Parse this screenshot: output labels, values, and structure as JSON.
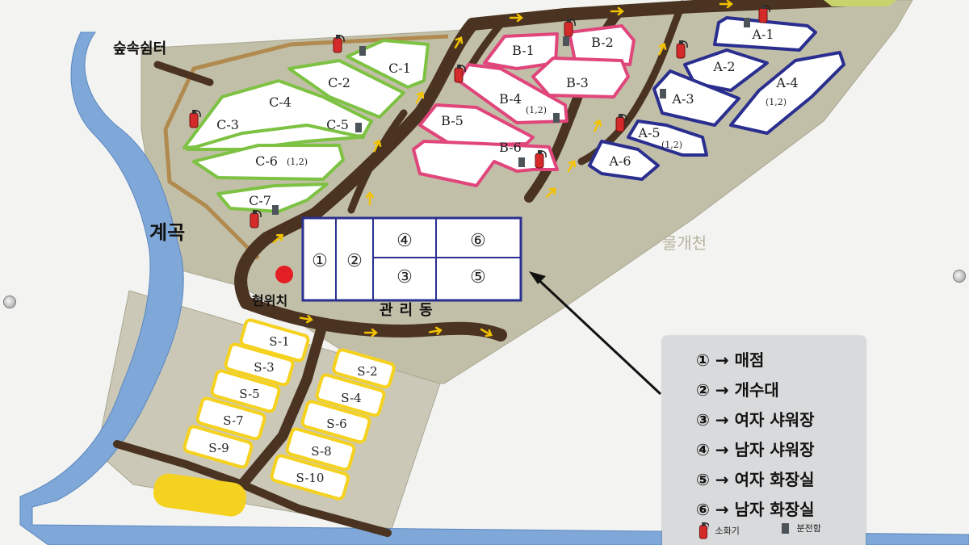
{
  "places": {
    "forest_rest": "숲속쉼터",
    "valley": "계곡",
    "current_location": "현위치",
    "management_building": "관리동",
    "faded_label": "물개천"
  },
  "building_rooms": [
    "①",
    "②",
    "④",
    "③",
    "⑥",
    "⑤"
  ],
  "sites": {
    "C": [
      {
        "name": "C-1",
        "sub": ""
      },
      {
        "name": "C-2",
        "sub": ""
      },
      {
        "name": "C-3",
        "sub": ""
      },
      {
        "name": "C-4",
        "sub": ""
      },
      {
        "name": "C-5",
        "sub": ""
      },
      {
        "name": "C-6",
        "sub": "(1,2)"
      },
      {
        "name": "C-7",
        "sub": ""
      }
    ],
    "B": [
      {
        "name": "B-1",
        "sub": ""
      },
      {
        "name": "B-2",
        "sub": ""
      },
      {
        "name": "B-3",
        "sub": ""
      },
      {
        "name": "B-4",
        "sub": "(1,2)"
      },
      {
        "name": "B-5",
        "sub": ""
      },
      {
        "name": "B-6",
        "sub": ""
      }
    ],
    "A": [
      {
        "name": "A-1",
        "sub": ""
      },
      {
        "name": "A-2",
        "sub": ""
      },
      {
        "name": "A-3",
        "sub": ""
      },
      {
        "name": "A-4",
        "sub": "(1,2)"
      },
      {
        "name": "A-5",
        "sub": "(1,2)"
      },
      {
        "name": "A-6",
        "sub": ""
      }
    ],
    "S": [
      {
        "name": "S-1"
      },
      {
        "name": "S-2"
      },
      {
        "name": "S-3"
      },
      {
        "name": "S-4"
      },
      {
        "name": "S-5"
      },
      {
        "name": "S-6"
      },
      {
        "name": "S-7"
      },
      {
        "name": "S-8"
      },
      {
        "name": "S-9"
      },
      {
        "name": "S-10"
      }
    ]
  },
  "legend": {
    "items": [
      "① → 매점",
      "② → 개수대",
      "③ → 여자 샤워장",
      "④ → 남자 샤워장",
      "⑤ → 여자 화장실",
      "⑥ → 남자 화장실"
    ],
    "extinguisher": "소화기",
    "distribution_box": "분전함"
  },
  "colors": {
    "zone_c": "#7dc242",
    "zone_b": "#e0457b",
    "zone_a": "#2a2f8f",
    "zone_s": "#f5d21f",
    "water": "#7fa8d8",
    "road": "#4a3320",
    "ground": "#c2bfa8",
    "arrow": "#f2c200",
    "marker": "#e31e24"
  }
}
